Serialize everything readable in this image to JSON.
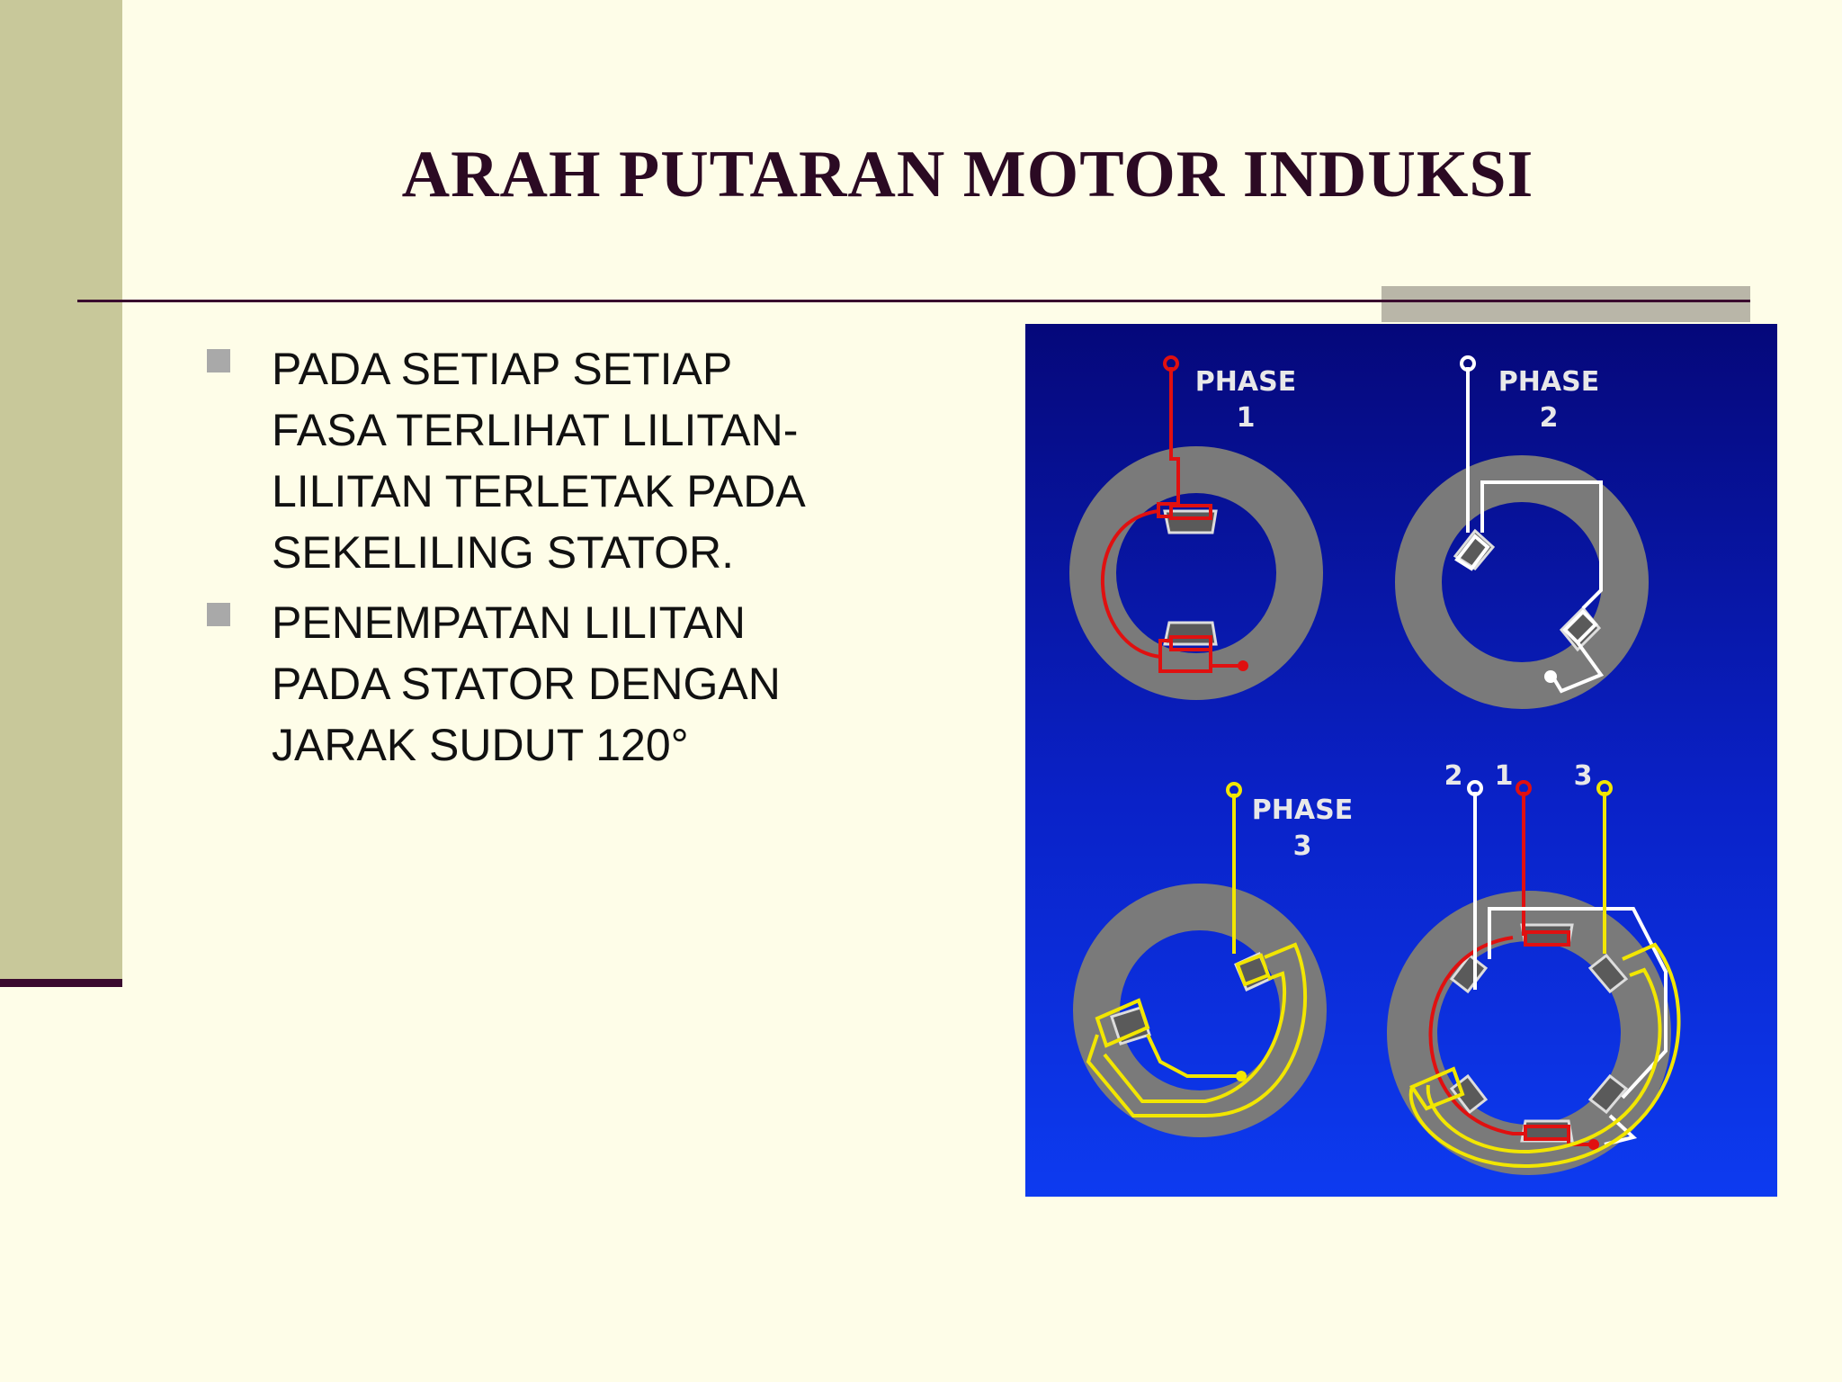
{
  "slide": {
    "title": "ARAH PUTARAN MOTOR INDUKSI",
    "bullets": [
      "PADA SETIAP SETIAP\nFASA TERLIHAT LILITAN-\nLILITAN TERLETAK PADA\nSEKELILING STATOR.",
      "PENEMPATAN LILITAN\nPADA STATOR DENGAN\nJARAK SUDUT 120°"
    ]
  },
  "diagram": {
    "phase1": {
      "title": "PHASE",
      "num": "1"
    },
    "phase2": {
      "title": "PHASE",
      "num": "2"
    },
    "phase3": {
      "title": "PHASE",
      "num": "3"
    },
    "combined": {
      "lead_labels": [
        "2",
        "1",
        "3"
      ]
    }
  },
  "colors": {
    "background": "#FEFDE8",
    "title": "#2B0A23",
    "phase1_wire": "#E01010",
    "phase2_wire": "#FFFFFF",
    "phase3_wire": "#F2E600",
    "stator": "#7A7A7A"
  }
}
